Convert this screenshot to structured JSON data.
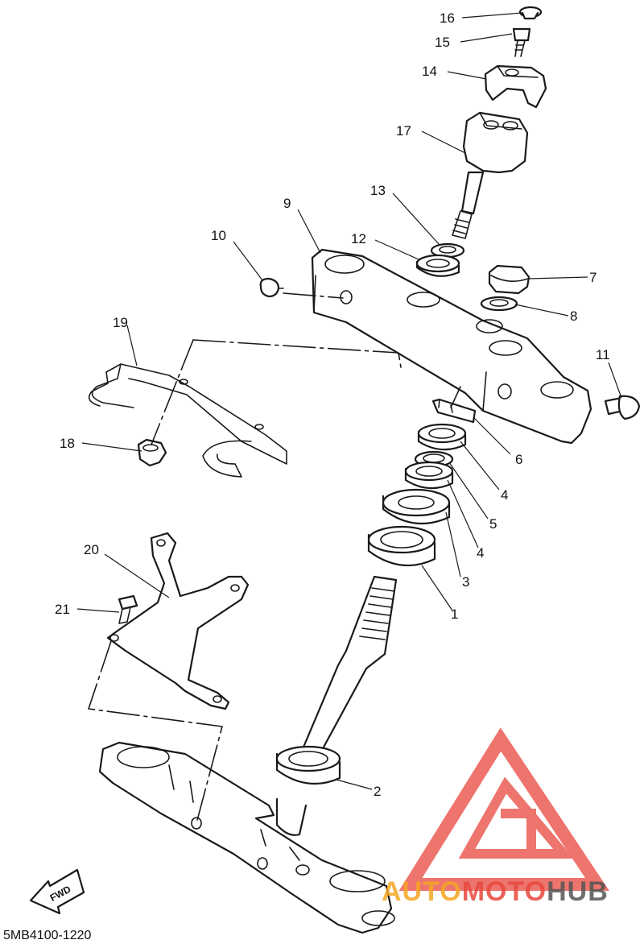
{
  "diagram_code": "5MB4100-1220",
  "fwd_label": "FWD",
  "watermark": {
    "auto": "AUTO",
    "moto": "MOTO",
    "hub": "HUB",
    "accent_red": "#e8483e",
    "accent_orange": "#f5a623",
    "accent_gray": "#555555"
  },
  "callouts": {
    "p1": "1",
    "p2": "2",
    "p3": "3",
    "p4a": "4",
    "p4b": "4",
    "p5": "5",
    "p6": "6",
    "p7": "7",
    "p8": "8",
    "p9": "9",
    "p10": "10",
    "p11": "11",
    "p12": "12",
    "p13": "13",
    "p14": "14",
    "p15": "15",
    "p16": "16",
    "p17": "17",
    "p18": "18",
    "p19": "19",
    "p20": "20",
    "p21": "21"
  }
}
